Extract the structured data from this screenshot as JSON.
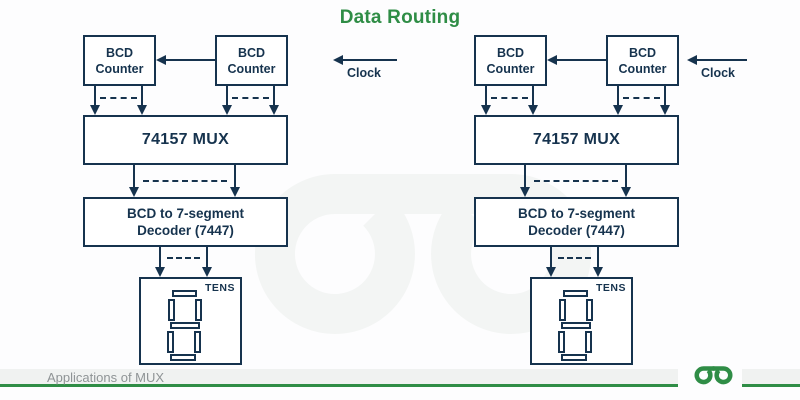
{
  "title": "Data Routing",
  "colors": {
    "accent_green": "#2F8D46",
    "diagram_navy": "#16334E",
    "footer_strip": "#F0F2F1",
    "caption_gray": "#8F9496"
  },
  "diagrams": [
    {
      "counter_left": "BCD Counter",
      "counter_right": "BCD Counter",
      "clock_label": "Clock",
      "mux_label": "74157 MUX",
      "decoder_line1": "BCD to 7-segment",
      "decoder_line2": "Decoder (7447)",
      "display_label": "TENS",
      "display_icon": "seven-segment-digit-8"
    },
    {
      "counter_left": "BCD Counter",
      "counter_right": "BCD Counter",
      "clock_label": "Clock",
      "mux_label": "74157 MUX",
      "decoder_line1": "BCD to 7-segment",
      "decoder_line2": "Decoder (7447)",
      "display_label": "TENS",
      "display_icon": "seven-segment-digit-8"
    }
  ],
  "footer": {
    "caption": "Applications of MUX",
    "logo": "geeksforgeeks-logo"
  }
}
